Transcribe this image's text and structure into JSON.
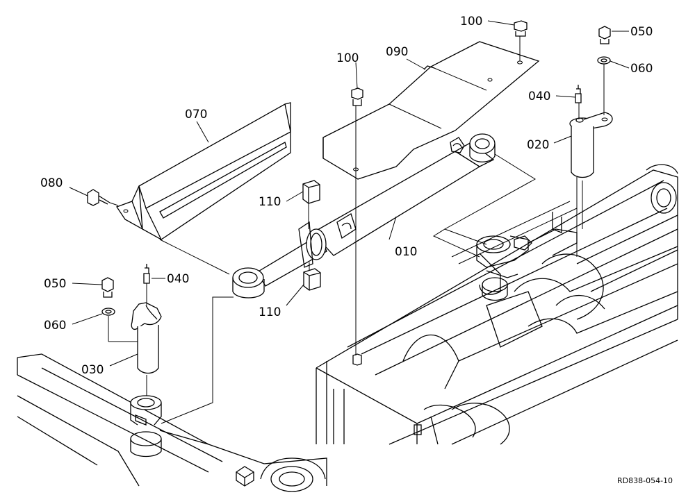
{
  "diagram": {
    "callouts": [
      {
        "id": "100",
        "label": "100"
      },
      {
        "id": "100b",
        "label": "100"
      },
      {
        "id": "090",
        "label": "090"
      },
      {
        "id": "050",
        "label": "050"
      },
      {
        "id": "060",
        "label": "060"
      },
      {
        "id": "040",
        "label": "040"
      },
      {
        "id": "020",
        "label": "020"
      },
      {
        "id": "070",
        "label": "070"
      },
      {
        "id": "080",
        "label": "080"
      },
      {
        "id": "110",
        "label": "110"
      },
      {
        "id": "010",
        "label": "010"
      },
      {
        "id": "110b",
        "label": "110"
      },
      {
        "id": "050b",
        "label": "050"
      },
      {
        "id": "040b",
        "label": "040"
      },
      {
        "id": "060b",
        "label": "060"
      },
      {
        "id": "030",
        "label": "030"
      }
    ],
    "reference_code": "RD838-054-10"
  }
}
